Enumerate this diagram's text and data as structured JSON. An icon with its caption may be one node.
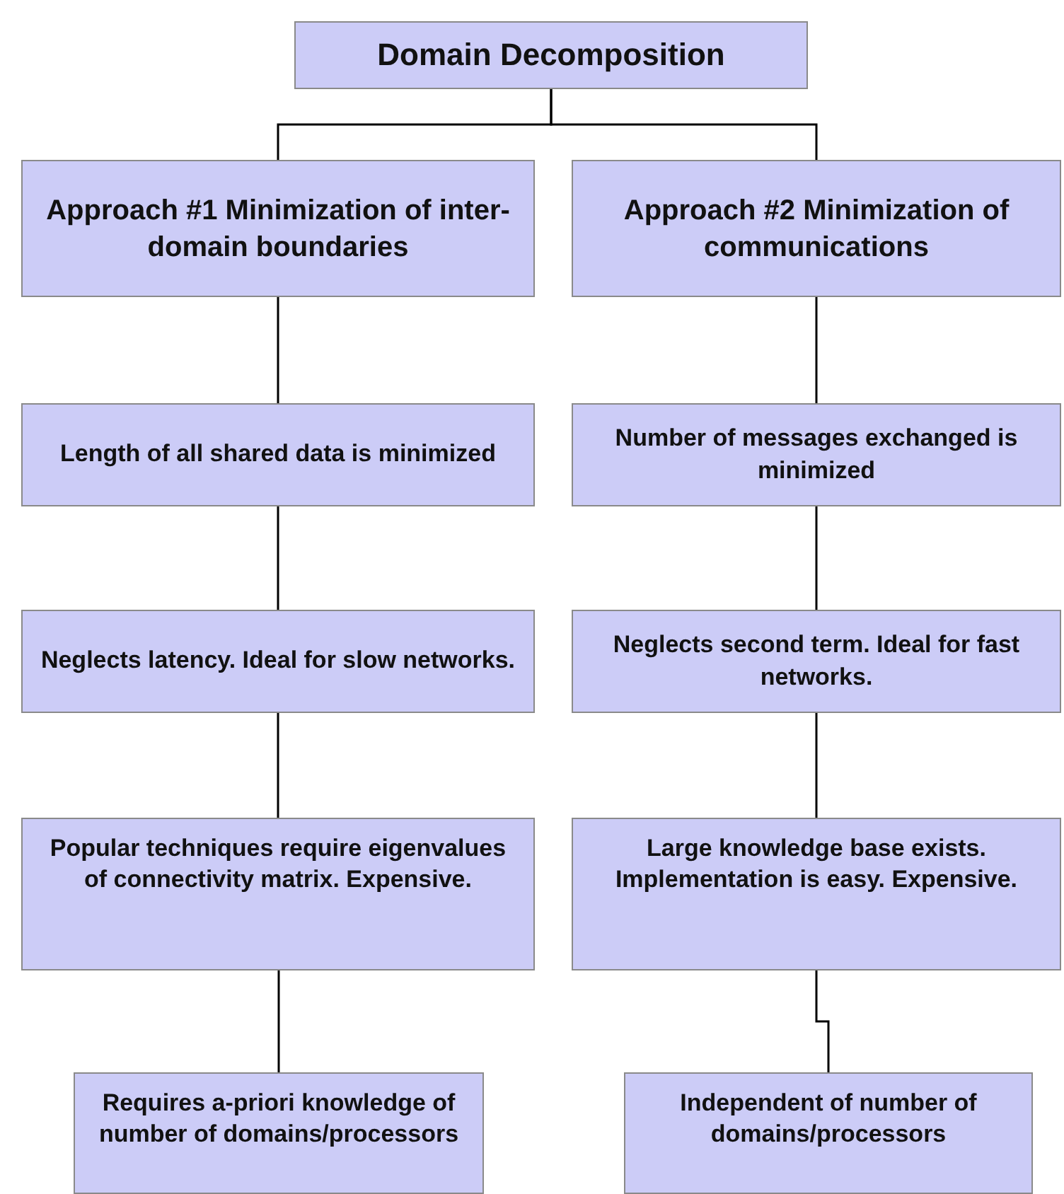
{
  "diagram": {
    "nodes": [
      {
        "text": [
          "Domain Decomposition"
        ]
      },
      {
        "text": [
          "Approach #1 Minimization of inter-domain boundaries"
        ]
      },
      {
        "text": [
          "Approach #2 Minimization of communications"
        ]
      },
      {
        "text": [
          "Length of all shared data is minimized"
        ]
      },
      {
        "text": [
          "Number of messages exchanged is minimized"
        ]
      },
      {
        "text": [
          "Neglects latency. Ideal for slow networks."
        ]
      },
      {
        "text": [
          "Neglects second term. Ideal for fast networks."
        ]
      },
      {
        "text": [
          "Popular techniques require eigenvalues of connectivity matrix. Expensive."
        ]
      },
      {
        "text": [
          "Large knowledge base exists. Implementation is easy. Expensive."
        ]
      },
      {
        "text": [
          "Requires a-priori knowledge of number of domains/processors"
        ]
      },
      {
        "text": [
          "Independent of number of domains/processors"
        ]
      }
    ],
    "edges": [
      {
        "from": 0,
        "to": 1,
        "arrow": "none"
      },
      {
        "from": 0,
        "to": 2,
        "arrow": "none"
      },
      {
        "from": 1,
        "to": 3,
        "arrow": "none"
      },
      {
        "from": 2,
        "to": 4,
        "arrow": "none"
      },
      {
        "from": 3,
        "to": 5,
        "arrow": "none"
      },
      {
        "from": 4,
        "to": 6,
        "arrow": "none"
      },
      {
        "from": 5,
        "to": 7,
        "arrow": "none"
      },
      {
        "from": 6,
        "to": 8,
        "arrow": "none"
      },
      {
        "from": 7,
        "to": 9,
        "arrow": "none"
      },
      {
        "from": 8,
        "to": 10,
        "arrow": "none"
      }
    ]
  }
}
